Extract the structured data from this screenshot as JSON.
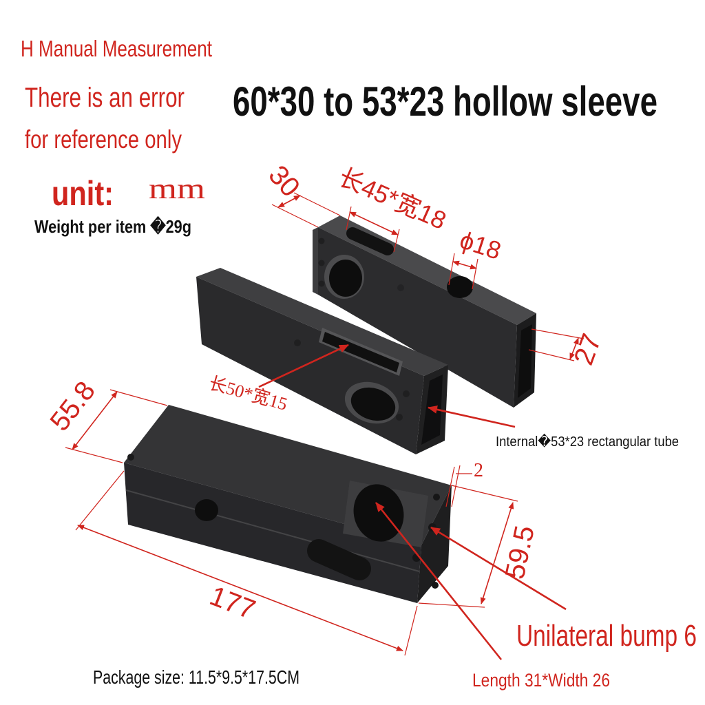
{
  "notes": {
    "manual_measurement": "H Manual Measurement",
    "error": "There is an error",
    "reference": "for reference only"
  },
  "unit": {
    "label": "unit:",
    "value": "mm"
  },
  "weight": "Weight per item �29g",
  "title": "60*30 to 53*23 hollow sleeve",
  "dimensions": {
    "top_width": "30",
    "top_slot": "长45*宽18",
    "top_hole": "ϕ18",
    "top_height": "27",
    "middle_slot": "长50*宽15",
    "bottom_width": "55.8",
    "bottom_length": "177",
    "bottom_height": "59.5",
    "wall": "2"
  },
  "callouts": {
    "internal": "Internal�53*23 rectangular tube",
    "bump": "Unilateral bump 6",
    "hole": "Length 31*Width 26"
  },
  "package": "Package size: 11.5*9.5*17.5CM",
  "colors": {
    "accent_red": "#d0251e",
    "text": "#111111",
    "product": "#2b2b2d"
  }
}
